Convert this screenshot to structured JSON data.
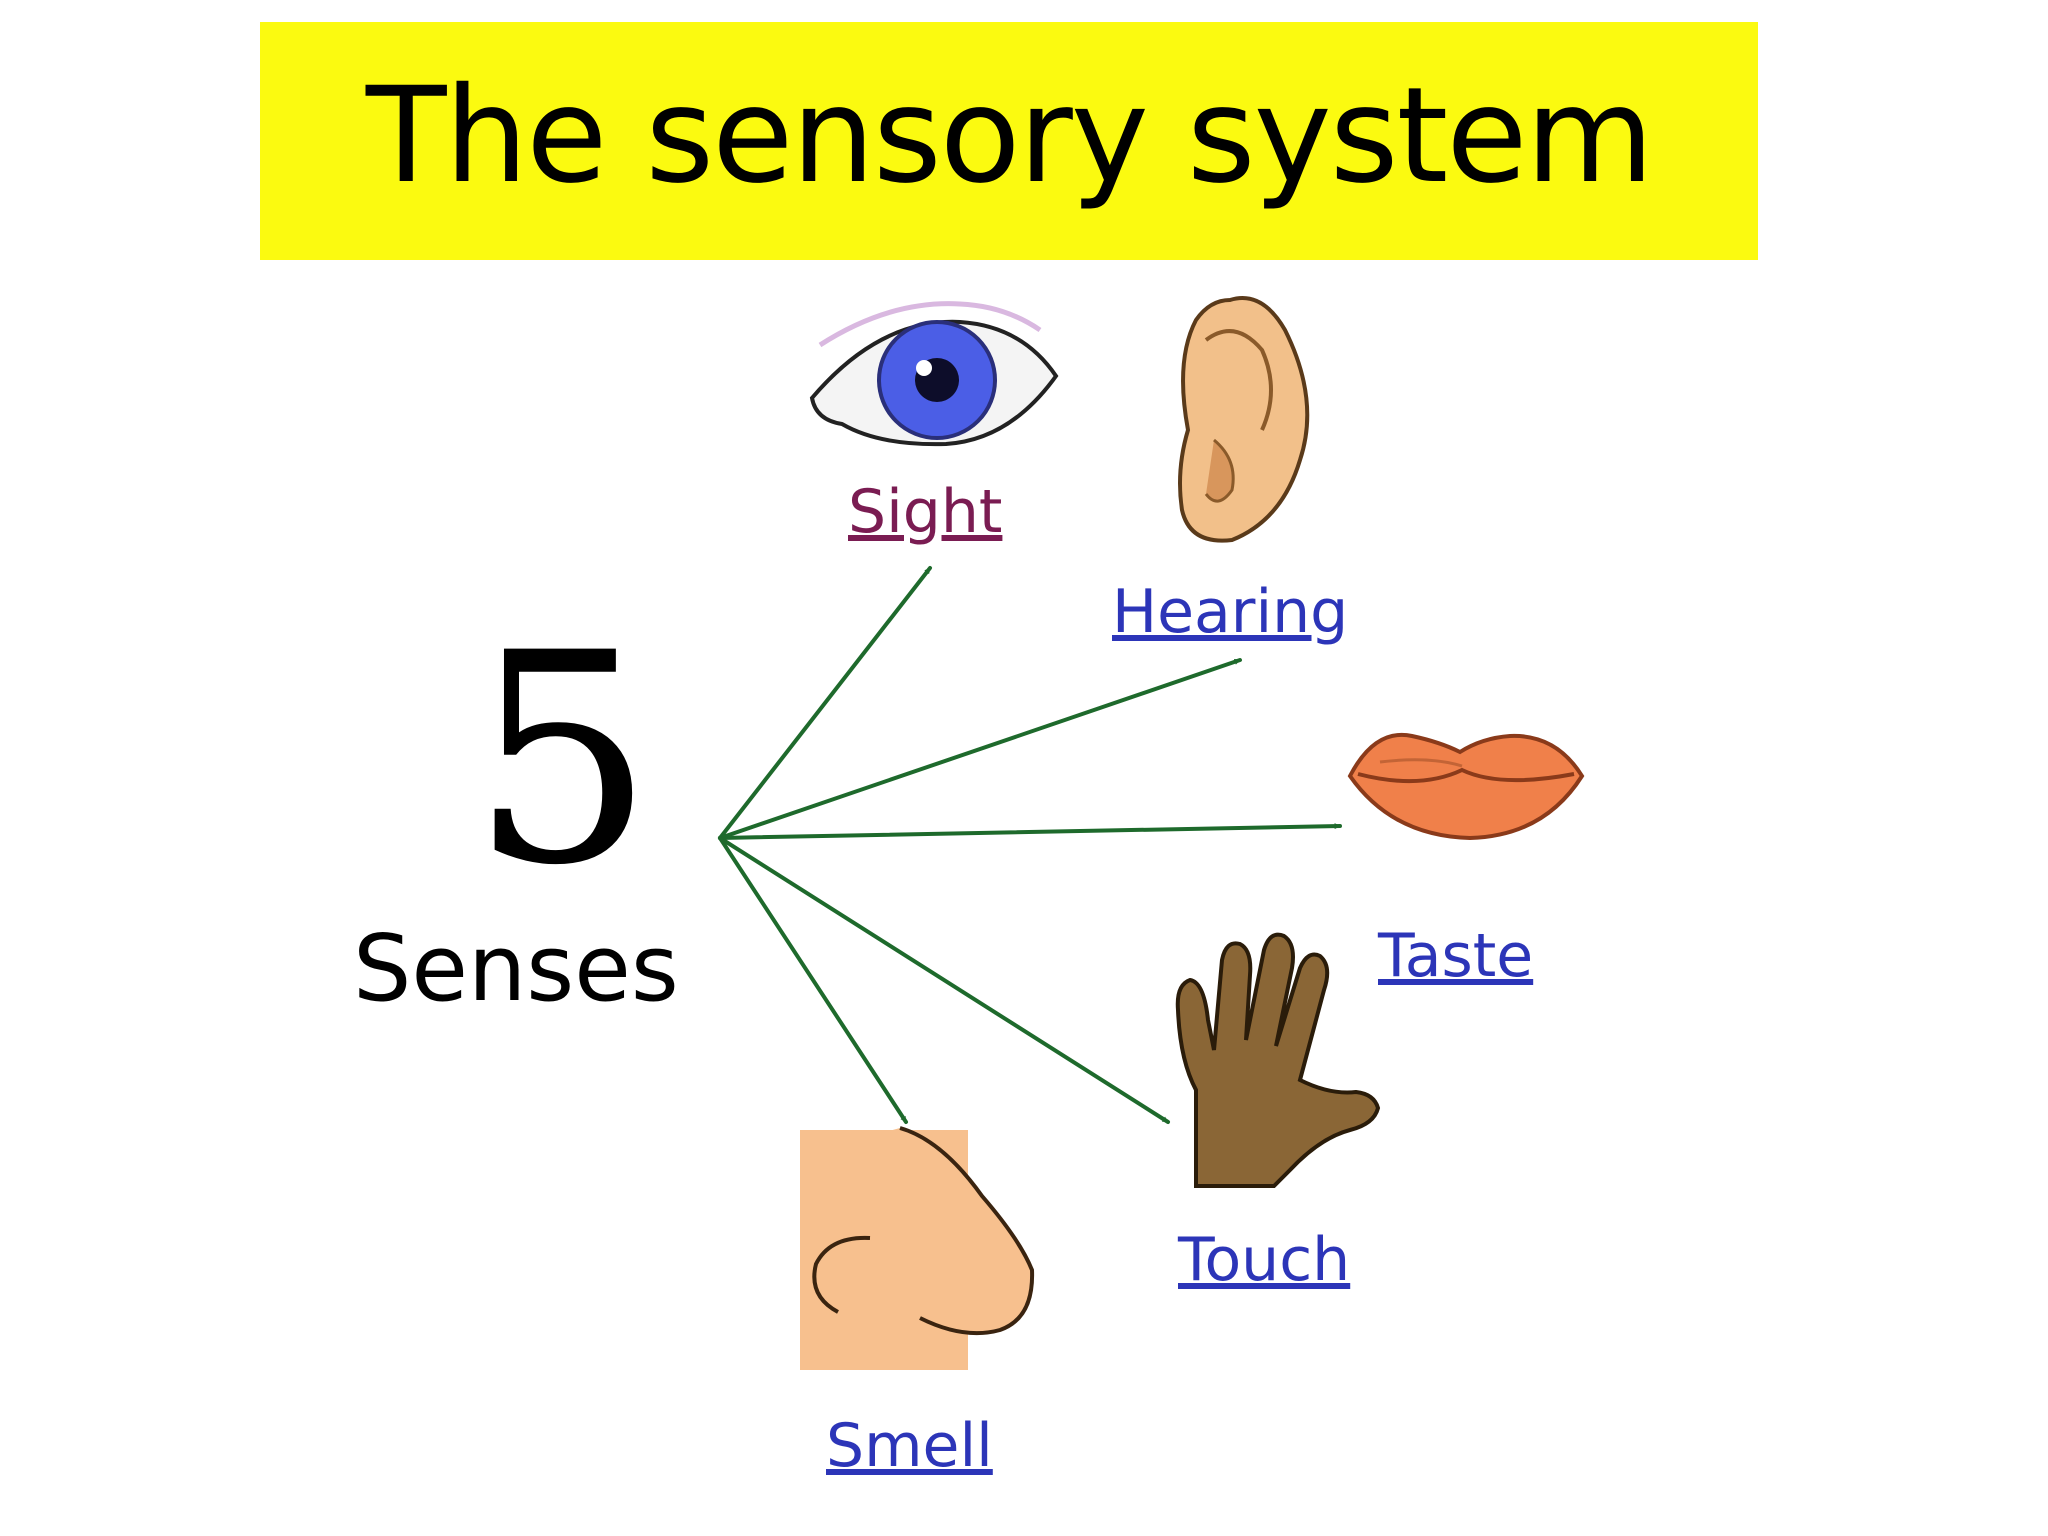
{
  "title": "The sensory system",
  "center": {
    "number": "5",
    "word": "Senses"
  },
  "senses": [
    {
      "label": "Sight",
      "icon": "eye-icon"
    },
    {
      "label": "Hearing",
      "icon": "ear-icon"
    },
    {
      "label": "Taste",
      "icon": "lips-icon"
    },
    {
      "label": "Touch",
      "icon": "hand-icon"
    },
    {
      "label": "Smell",
      "icon": "nose-icon"
    }
  ],
  "colors": {
    "banner": "#fbfa10",
    "arrows": "#1e6a2c",
    "sight_label": "#7a1c52",
    "link_label": "#2c35b8",
    "eye_iris": "#4b5ee6",
    "ear_skin": "#f2c08a",
    "lips": "#f0804a",
    "hand_skin": "#8a6636",
    "nose_skin": "#f7c08e"
  }
}
